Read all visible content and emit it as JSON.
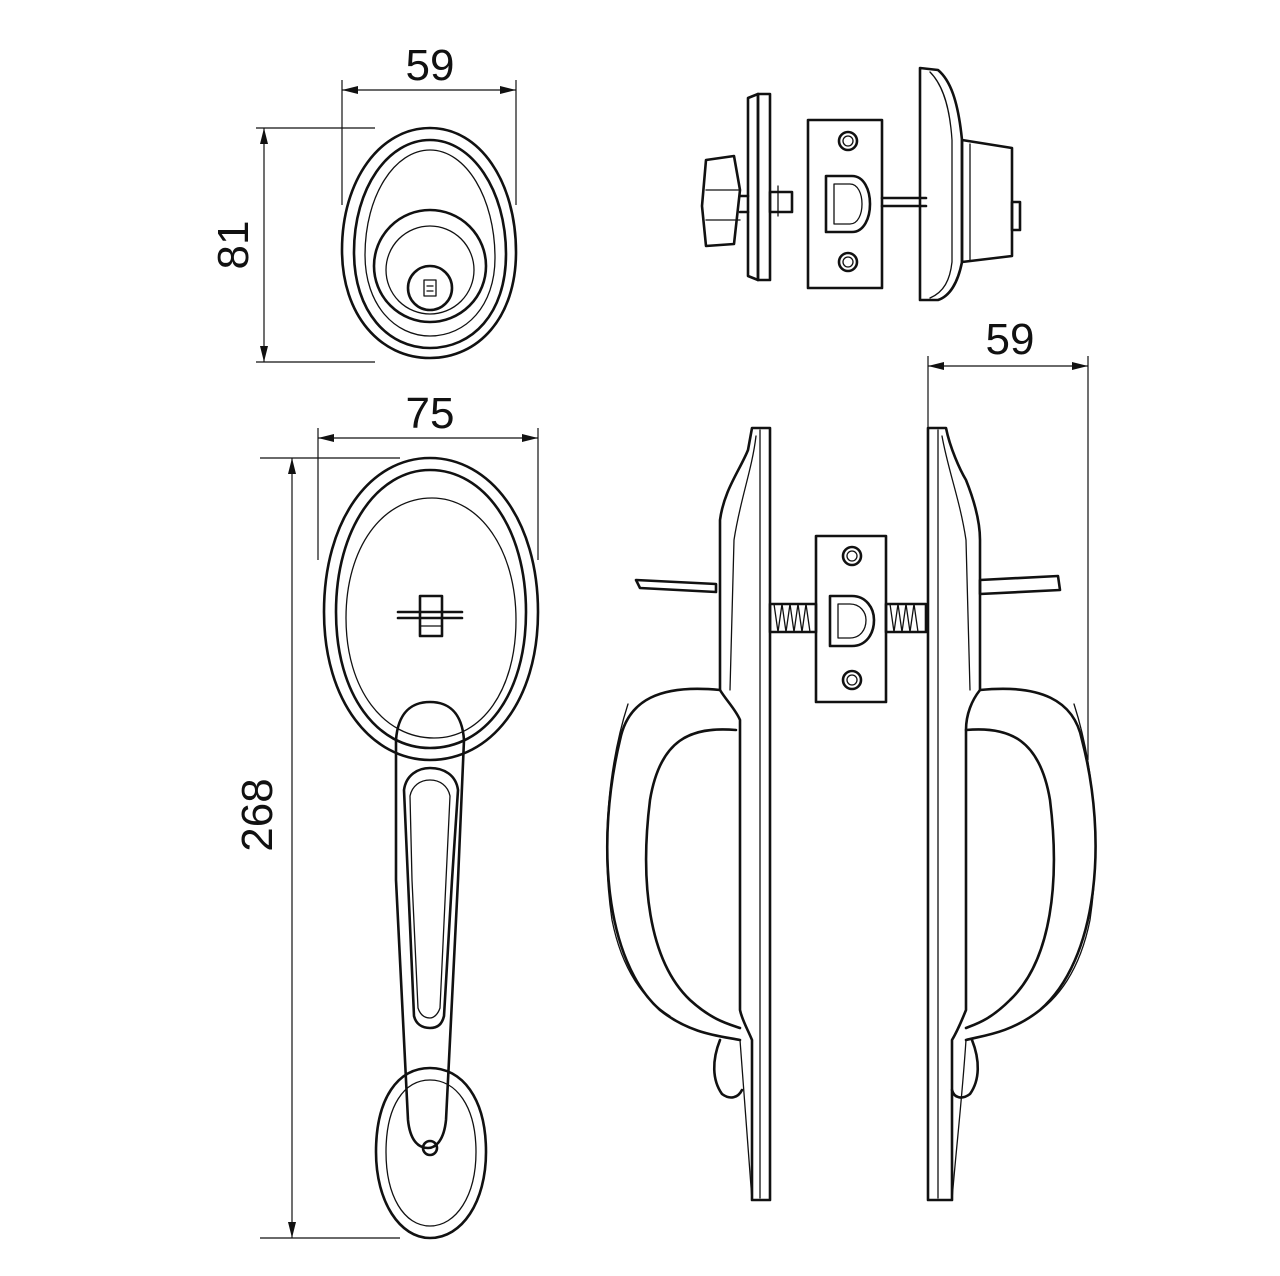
{
  "dimensions": {
    "deadbolt_width": "59",
    "deadbolt_height": "81",
    "handleset_width": "75",
    "handleset_height": "268",
    "handle_depth": "59"
  },
  "colors": {
    "line": "#111111",
    "background": "#ffffff"
  }
}
